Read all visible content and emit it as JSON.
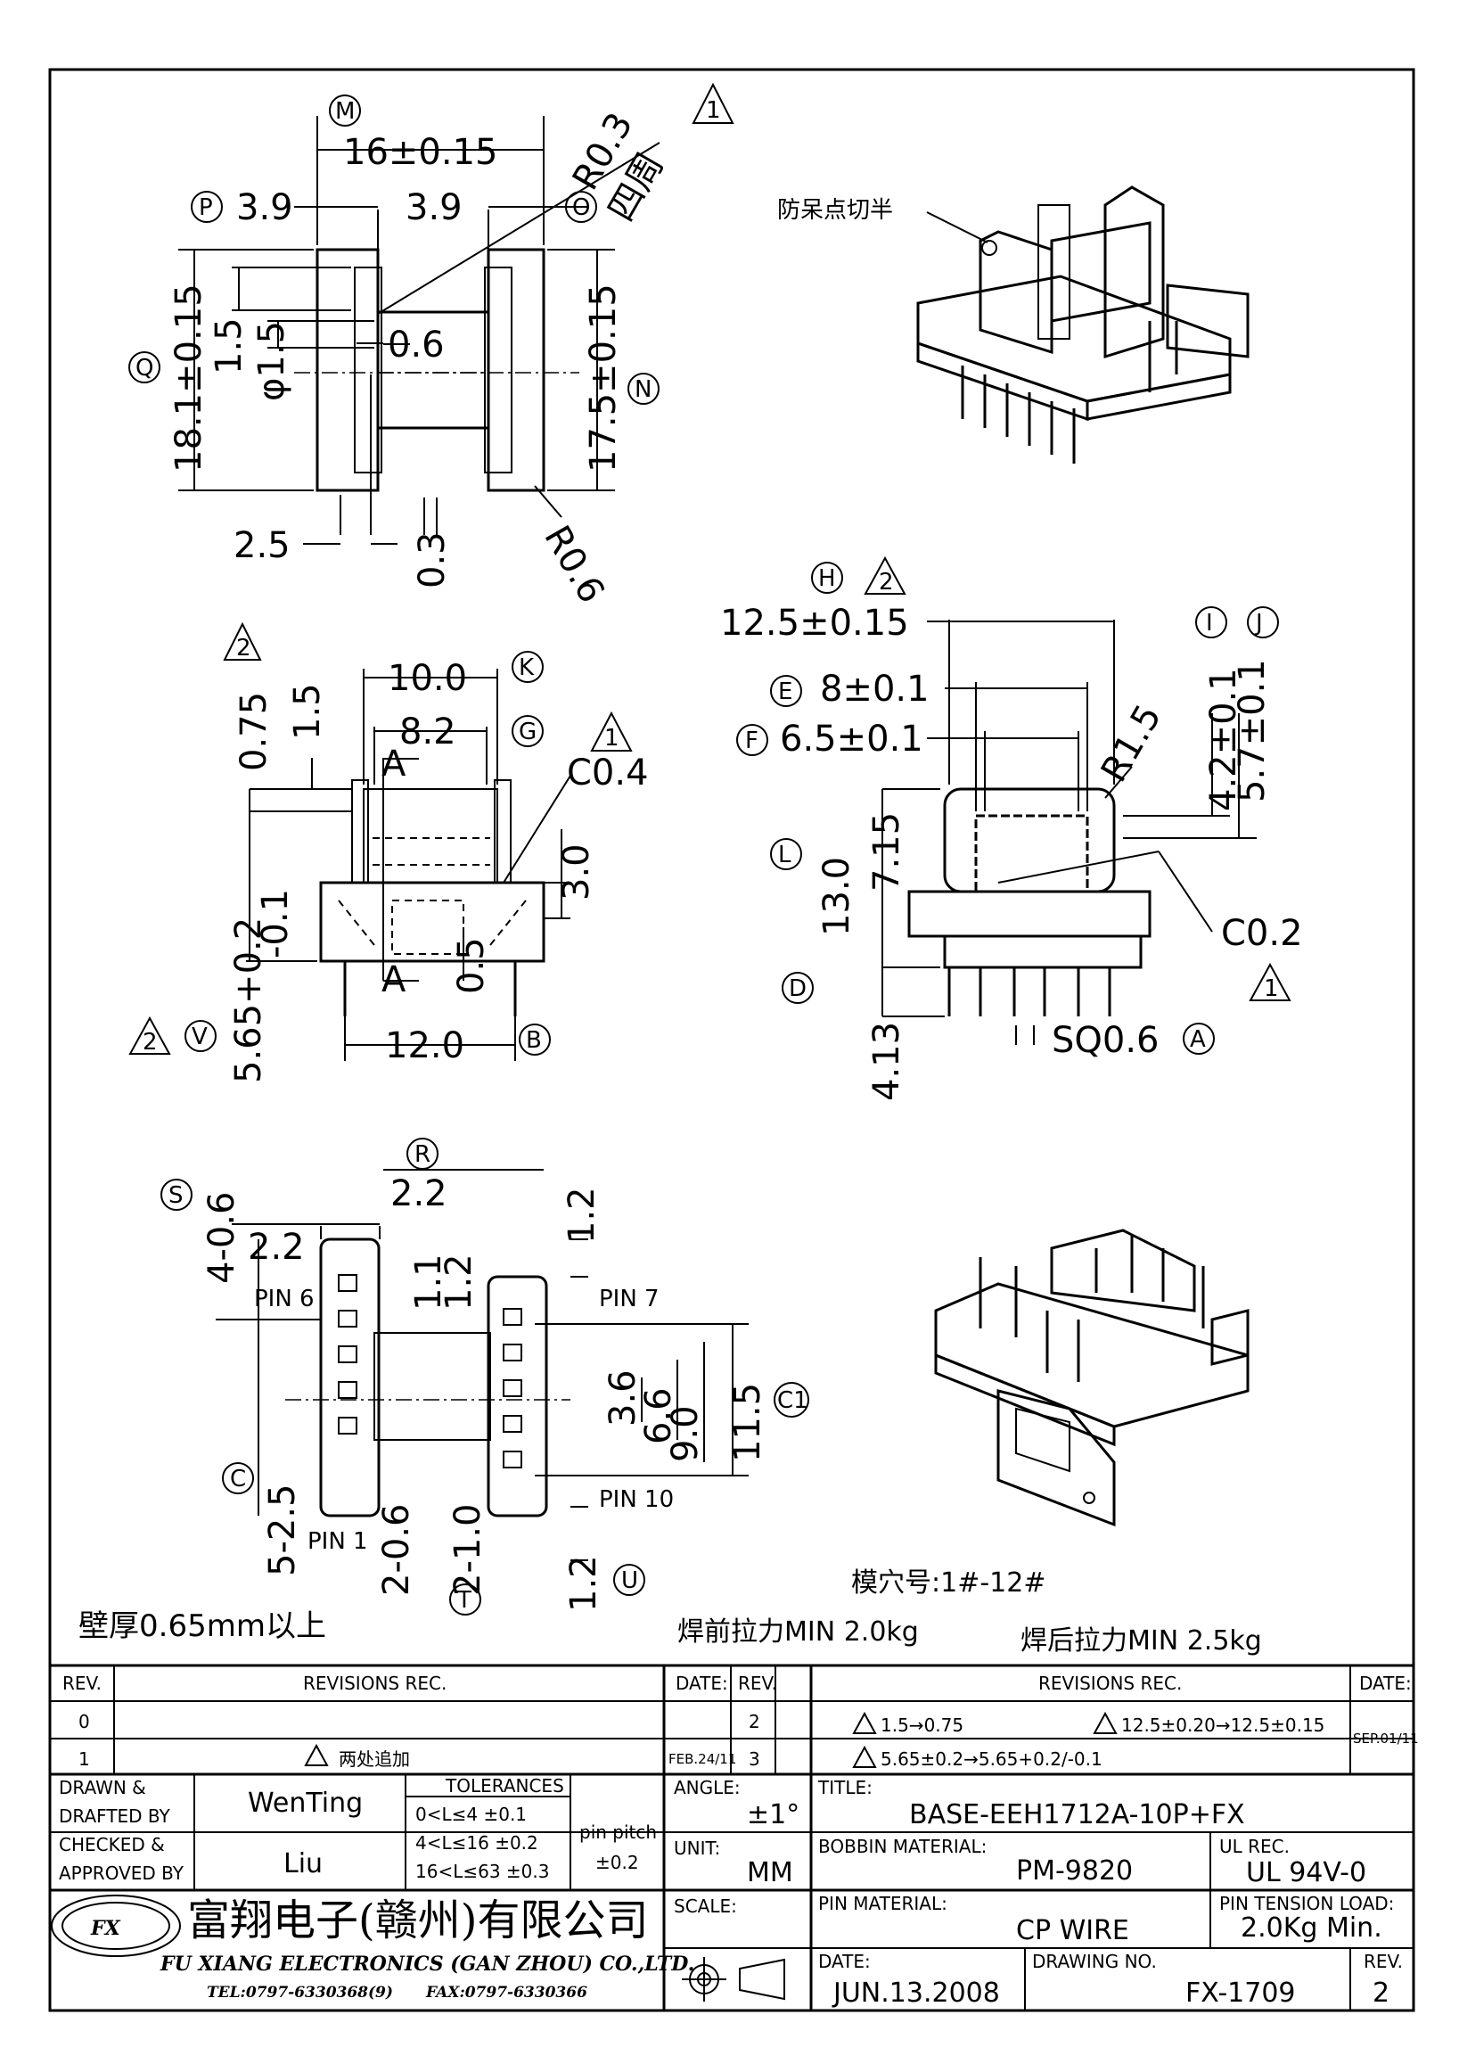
{
  "drawing": {
    "top_view": {
      "dims": [
        "16±0.15",
        "3.9",
        "3.9",
        "R0.3",
        "四周",
        "18.1±0.15",
        "1.5",
        "φ1.5",
        "0.6",
        "17.5±0.15",
        "2.5",
        "0.3",
        "R0.6"
      ],
      "markers": [
        "M",
        "P",
        "O",
        "Q",
        "N",
        "1"
      ]
    },
    "side_view": {
      "dims": [
        "10.0",
        "8.2",
        "0.75",
        "1.5",
        "C0.4",
        "3.0",
        "5.65+0.2",
        "-0.1",
        "0.5",
        "12.0"
      ],
      "markers": [
        "K",
        "G",
        "V",
        "B",
        "2",
        "1",
        "2"
      ],
      "section": "A"
    },
    "front_view": {
      "dims": [
        "12.5±0.15",
        "8±0.1",
        "6.5±0.1",
        "R1.5",
        "4.2±0.1",
        "5.7±0.1",
        "7.15",
        "13.0",
        "C0.2",
        "4.13",
        "SQ0.6"
      ],
      "markers": [
        "H",
        "2",
        "E",
        "F",
        "I",
        "J",
        "L",
        "D",
        "A",
        "1"
      ]
    },
    "bottom_view": {
      "dims": [
        "4-0.6",
        "2.2",
        "2.2",
        "1.2",
        "1.1",
        "1.2",
        "3.6",
        "6.6",
        "9.0",
        "11.5",
        "5-2.5",
        "2-0.6",
        "2-1.0",
        "1.2"
      ],
      "markers": [
        "S",
        "R",
        "C1",
        "C",
        "T",
        "U"
      ],
      "pins": [
        "PIN 6",
        "PIN 7",
        "PIN 10",
        "PIN 1"
      ]
    },
    "callout_3d": "防呆点切半",
    "cavity": "模穴号:1#-12#",
    "wall": "壁厚0.65mm以上",
    "pull_before": "焊前拉力MIN 2.0kg",
    "pull_after": "焊后拉力MIN 2.5kg"
  },
  "title_block": {
    "rev_left": {
      "col_rev": "REV.",
      "col_revisions": "REVISIONS   REC.",
      "col_date": "DATE:",
      "rows": [
        {
          "rev": "0",
          "text": "",
          "date": ""
        },
        {
          "rev": "1",
          "text": "两处追加",
          "date": "FEB.24/11"
        }
      ]
    },
    "rev_right": {
      "col_rev": "REV.",
      "col_revisions": "REVISIONS   REC.",
      "col_date": "DATE:",
      "rows": [
        {
          "rev": "2",
          "a": "1.5→0.75",
          "b": "12.5±0.20→12.5±0.15",
          "date": "SEP.01/11"
        },
        {
          "rev": "3",
          "a": "5.65±0.2→5.65+0.2/-0.1",
          "b": "",
          "date": ""
        }
      ]
    },
    "drawn_label": "DRAWN &\nDRAFTED BY",
    "drawn_by": "WenTing",
    "checked_label": "CHECKED &\nAPPROVED BY",
    "checked_by": "Liu",
    "tolerances_label": "TOLERANCES",
    "tol_rows": [
      "0<L≤4    ±0.1",
      "4<L≤16  ±0.2",
      "16<L≤63  ±0.3"
    ],
    "pin_pitch_label": "pin pitch",
    "pin_pitch": "±0.2",
    "angle_label": "ANGLE:",
    "angle": "±1°",
    "unit_label": "UNIT:",
    "unit": "MM",
    "scale_label": "SCALE:",
    "title_label": "TITLE:",
    "title": "BASE-EEH1712A-10P+FX",
    "bobbin_label": "BOBBIN MATERIAL:",
    "bobbin": "PM-9820",
    "ul_label": "UL REC.",
    "ul": "UL 94V-0",
    "pin_mat_label": "PIN MATERIAL:",
    "pin_mat": "CP WIRE",
    "pin_tension_label": "PIN TENSION LOAD:",
    "pin_tension": "2.0Kg Min.",
    "date_label": "DATE:",
    "date": "JUN.13.2008",
    "drawing_no_label": "DRAWING NO.",
    "drawing_no": "FX-1709",
    "rev_label": "REV.",
    "rev": "2",
    "company_cn": "富翔电子(赣州)有限公司",
    "company_en": "FU XIANG ELECTRONICS (GAN ZHOU) CO.,LTD.",
    "tel": "TEL:0797-6330368(9)",
    "fax": "FAX:0797-6330366",
    "logo_text": "FX"
  }
}
